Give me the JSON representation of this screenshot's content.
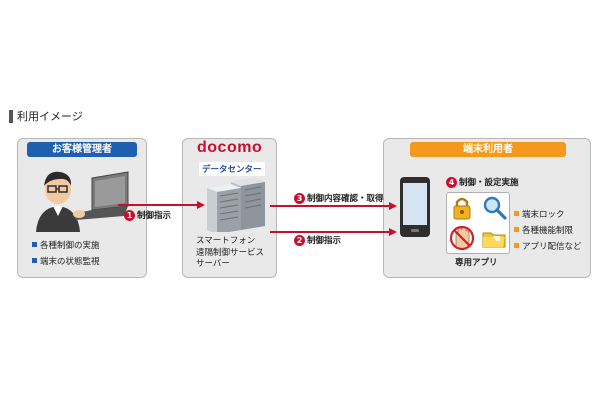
{
  "heading": "利用イメージ",
  "admin": {
    "title": "お客様管理者",
    "items": [
      "各種制御の実施",
      "端末の状態監視"
    ]
  },
  "docomo": {
    "logo": "docomo",
    "datacenter": "データセンター",
    "server_lines": [
      "スマートフォン",
      "遠隔制御サービス",
      "サーバー"
    ]
  },
  "user": {
    "title": "端末利用者",
    "app_label": "専用アプリ",
    "items": [
      "端末ロック",
      "各種機能制限",
      "アプリ配信など"
    ]
  },
  "steps": [
    {
      "num": "1",
      "label": "制御指示"
    },
    {
      "num": "2",
      "label": "制御指示"
    },
    {
      "num": "3",
      "label": "制御内容確認・取得"
    },
    {
      "num": "4",
      "label": "制御・設定実施"
    }
  ],
  "icons": [
    "person-at-laptop-icon",
    "server-icon",
    "smartphone-icon",
    "padlock-icon",
    "magnifier-icon",
    "hand-stop-icon",
    "folder-icon"
  ],
  "colors": {
    "admin_title": "#1f5fb0",
    "user_title": "#f39a1c",
    "arrow": "#c8102e",
    "docomo": "#c8102e",
    "panel": "#e9e9e9"
  }
}
